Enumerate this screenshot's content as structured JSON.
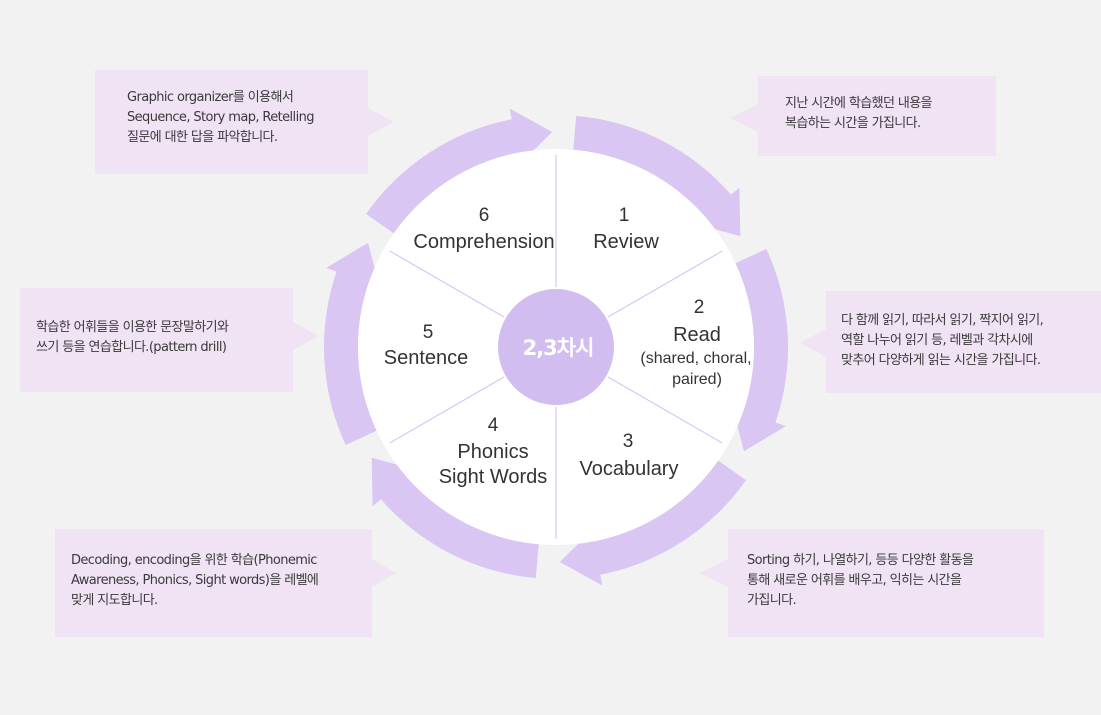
{
  "center_label": "2,3차시",
  "steps": [
    {
      "number": "1",
      "title_lines": [
        "Review"
      ]
    },
    {
      "number": "2",
      "title_lines": [
        "Read",
        "(shared, choral,",
        "paired)"
      ]
    },
    {
      "number": "3",
      "title_lines": [
        "Vocabulary"
      ]
    },
    {
      "number": "4",
      "title_lines": [
        "Phonics",
        "Sight Words"
      ]
    },
    {
      "number": "5",
      "title_lines": [
        "Sentence"
      ]
    },
    {
      "number": "6",
      "title_lines": [
        "Comprehension"
      ]
    }
  ],
  "notes": {
    "review": [
      "지난 시간에 학습했던 내용을",
      "복습하는 시간을 가집니다."
    ],
    "read": [
      "다 함께 읽기, 따라서 읽기, 짝지어 읽기,",
      "역할 나누어 읽기 등, 레벨과 각차시에",
      "맞추어 다양하게 읽는 시간을 가집니다."
    ],
    "vocabulary": [
      "Sorting 하기, 나열하기, 등등 다양한 활동을",
      "통해 새로운 어휘를 배우고, 익히는 시간을",
      "가집니다."
    ],
    "phonics": [
      "Decoding, encoding을 위한 학습(Phonemic",
      "Awareness, Phonics, Sight words)을 레벨에",
      "맞게 지도합니다."
    ],
    "sentence": [
      "학습한 어휘들을 이용한 문장말하기와",
      "쓰기 등을 연습합니다.(pattern drill)"
    ],
    "comprehension": [
      "Graphic organizer를 이용해서",
      "Sequence, Story map, Retelling",
      "질문에 대한 답을 파악합니다."
    ]
  },
  "colors": {
    "background": "#f2f2f2",
    "arrow_ring": "#d9c6f3",
    "wheel": "#ffffff",
    "hub": "#d2bdf0",
    "divider": "#d9c6f3",
    "note_box": "#efe3f4",
    "text": "#333333"
  }
}
